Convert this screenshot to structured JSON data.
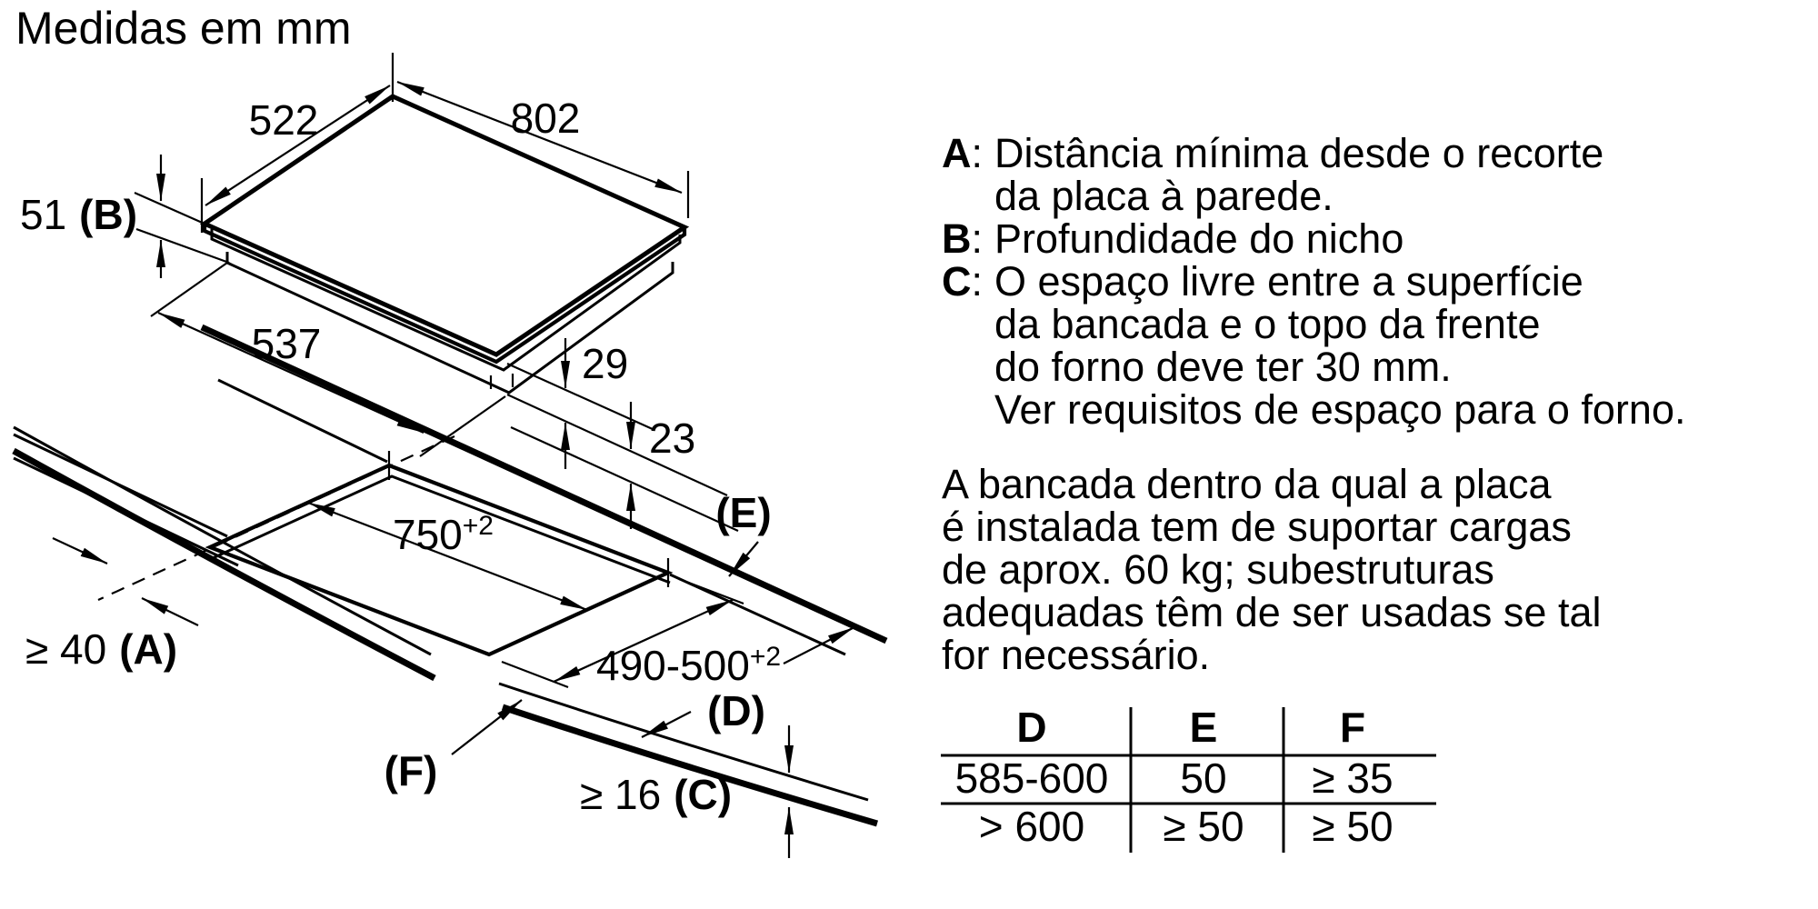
{
  "title": "Medidas em mm",
  "colors": {
    "ink": "#000000",
    "background": "#ffffff"
  },
  "dims": {
    "d522": "522",
    "d802": "802",
    "d51": {
      "value": "51",
      "ref": "(B)"
    },
    "d537": "537",
    "d29": "29",
    "d23": "23",
    "d750": {
      "base": "750",
      "sup": "+2"
    },
    "d490": {
      "base": "490-500",
      "sup": "+2"
    },
    "d40": {
      "value": "≥ 40",
      "ref": "(A)"
    },
    "d16": {
      "value": "≥ 16",
      "ref": "(C)"
    },
    "dD": "(D)",
    "dE": "(E)",
    "dF": "(F)"
  },
  "legend": {
    "items": [
      {
        "marker": "A",
        "colon": ":",
        "lines": [
          "Distância mínima desde o recorte",
          "da placa à parede."
        ]
      },
      {
        "marker": "B",
        "colon": ":",
        "lines": [
          "Profundidade do nicho"
        ]
      },
      {
        "marker": "C",
        "colon": ":",
        "lines": [
          "O espaço livre entre a superfície",
          "da bancada e o topo da frente",
          "do forno deve ter 30 mm.",
          "Ver requisitos de espaço para o forno."
        ]
      }
    ]
  },
  "note": {
    "lines": [
      "A bancada dentro da qual a placa",
      "é instalada tem de suportar cargas",
      "de aprox. 60 kg; subestruturas",
      "adequadas têm de ser usadas se tal",
      "for necessário."
    ]
  },
  "table": {
    "headers": [
      "D",
      "E",
      "F"
    ],
    "rows": [
      [
        "585-600",
        "50",
        "≥ 35"
      ],
      [
        "> 600",
        "≥ 50",
        "≥ 50"
      ]
    ]
  }
}
